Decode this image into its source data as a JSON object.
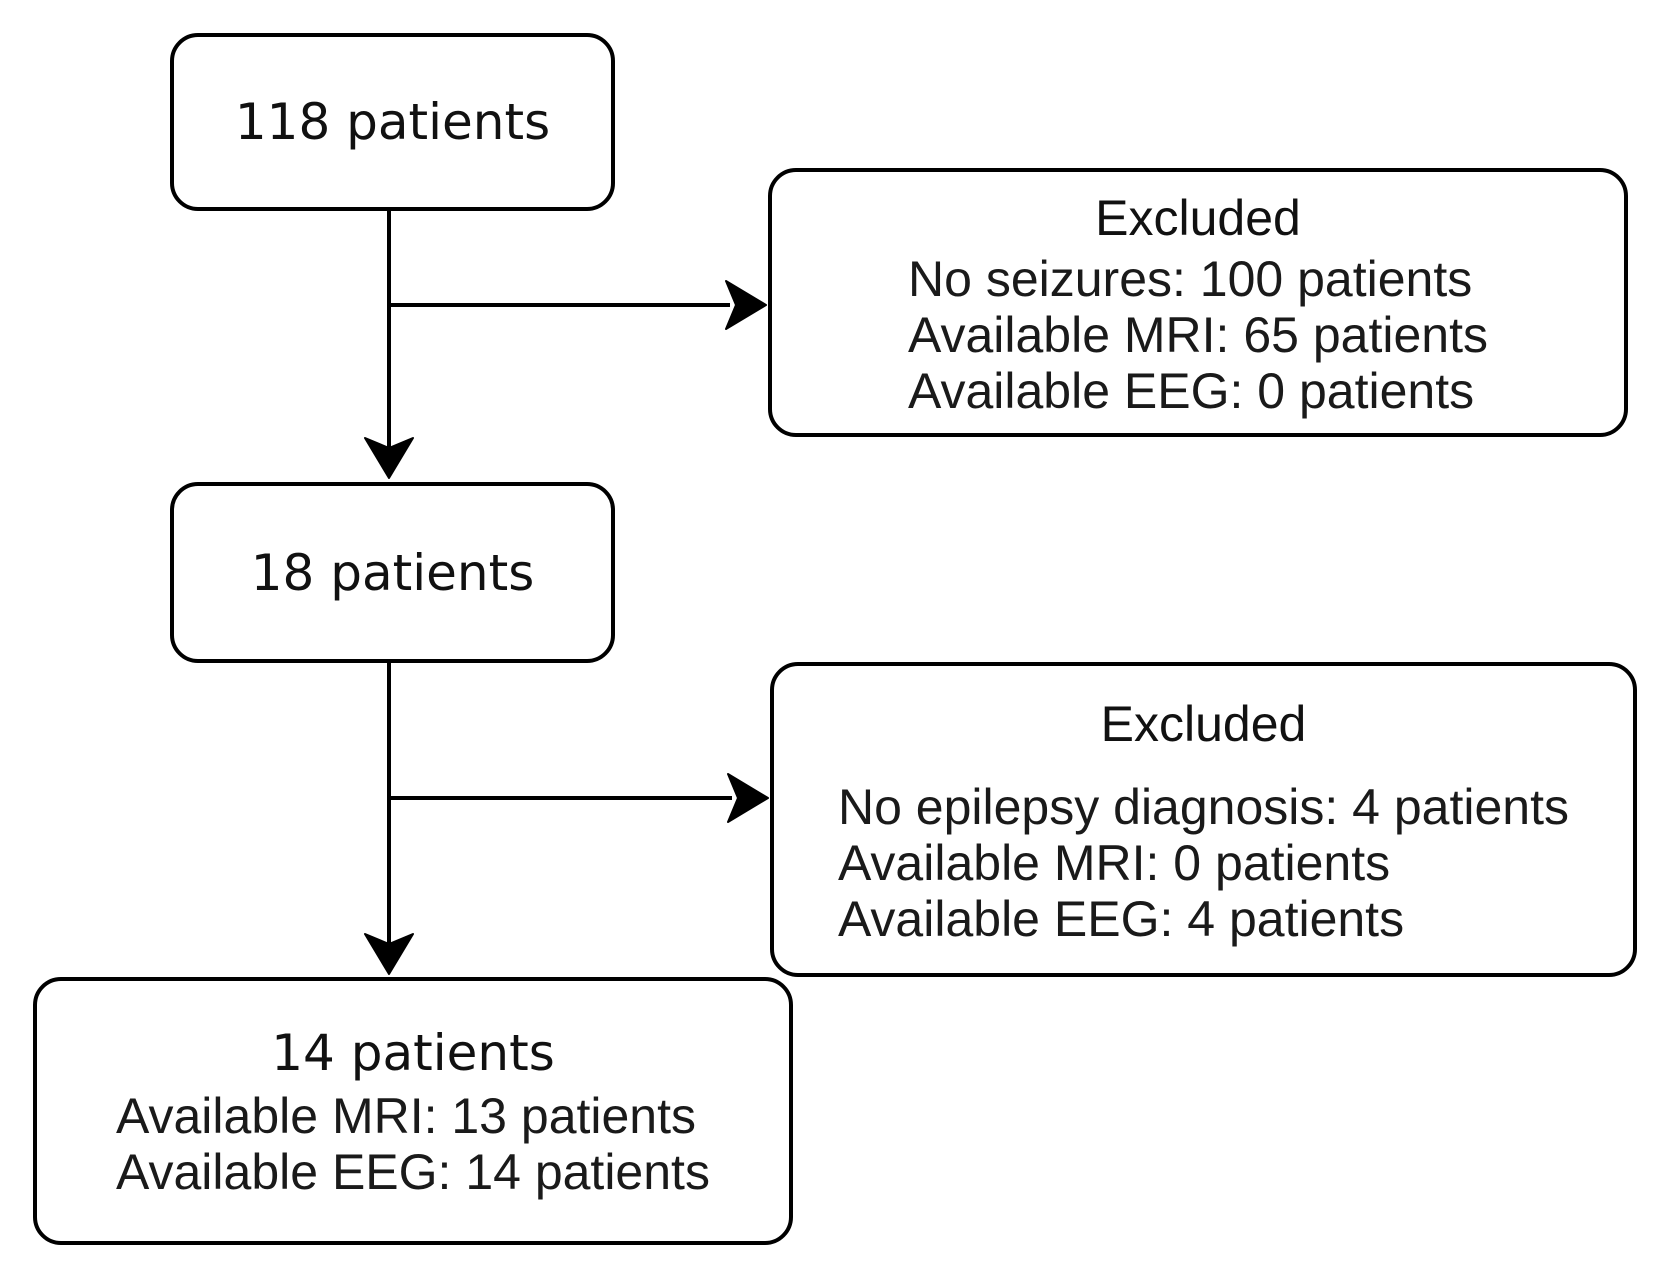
{
  "figure": {
    "type": "flowchart",
    "background": "#ffffff",
    "border_color": "#000000",
    "text_color": "#1a1a1a",
    "nodes": {
      "cohort_118": {
        "title": "118 patients"
      },
      "excluded_1": {
        "title": "Excluded",
        "lines": [
          "No seizures: 100 patients",
          "Available MRI: 65 patients",
          "Available EEG: 0 patients"
        ]
      },
      "cohort_18": {
        "title": "18 patients"
      },
      "excluded_2": {
        "title": "Excluded",
        "lines": [
          "No epilepsy diagnosis: 4 patients",
          "Available MRI: 0 patients",
          "Available EEG: 4 patients"
        ]
      },
      "cohort_14": {
        "title": "14 patients",
        "lines": [
          "Available MRI: 13 patients",
          "Available EEG: 14 patients"
        ]
      }
    }
  }
}
